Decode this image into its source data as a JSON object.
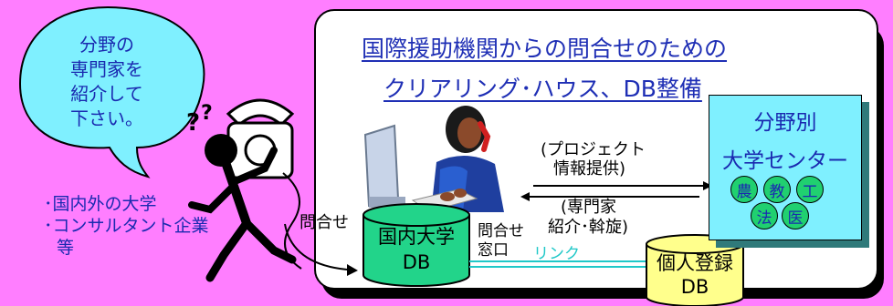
{
  "speech_bubble": {
    "lines": [
      "分野の",
      "専門家を",
      "紹介して",
      "下さい。"
    ]
  },
  "title": {
    "line1": "国際援助機関からの問合せのための",
    "line2": "クリアリング･ハウス、DB整備"
  },
  "sources": {
    "lines": [
      "･国内外の大学",
      "･コンサルタント企業",
      "等"
    ]
  },
  "inquiry_label": "問合せ",
  "project_info": {
    "lines": [
      "(プロジェクト",
      "情報提供)"
    ]
  },
  "expert_intro": {
    "lines": [
      "(専門家",
      "紹介･斡旋)"
    ]
  },
  "window_label": {
    "lines": [
      "問合せ",
      "窓口"
    ]
  },
  "link_label": "リンク",
  "center": {
    "title_lines": [
      "分野別",
      "大学センター"
    ],
    "fields_row1": [
      "農",
      "教",
      "工"
    ],
    "fields_row2": [
      "法",
      "医"
    ]
  },
  "db_domestic": {
    "lines": [
      "国内大学",
      "DB"
    ]
  },
  "db_individual": {
    "lines": [
      "個人登録",
      "DB"
    ]
  },
  "colors": {
    "background": "#ff7eff",
    "bubble": "#7ff0ff",
    "db_domestic": "#22d48a",
    "db_individual": "#ffff8c",
    "center_box": "#7ff0ff",
    "field_circle": "#20d070",
    "text_blue": "#1a2ab0",
    "link": "#20c8c8"
  }
}
